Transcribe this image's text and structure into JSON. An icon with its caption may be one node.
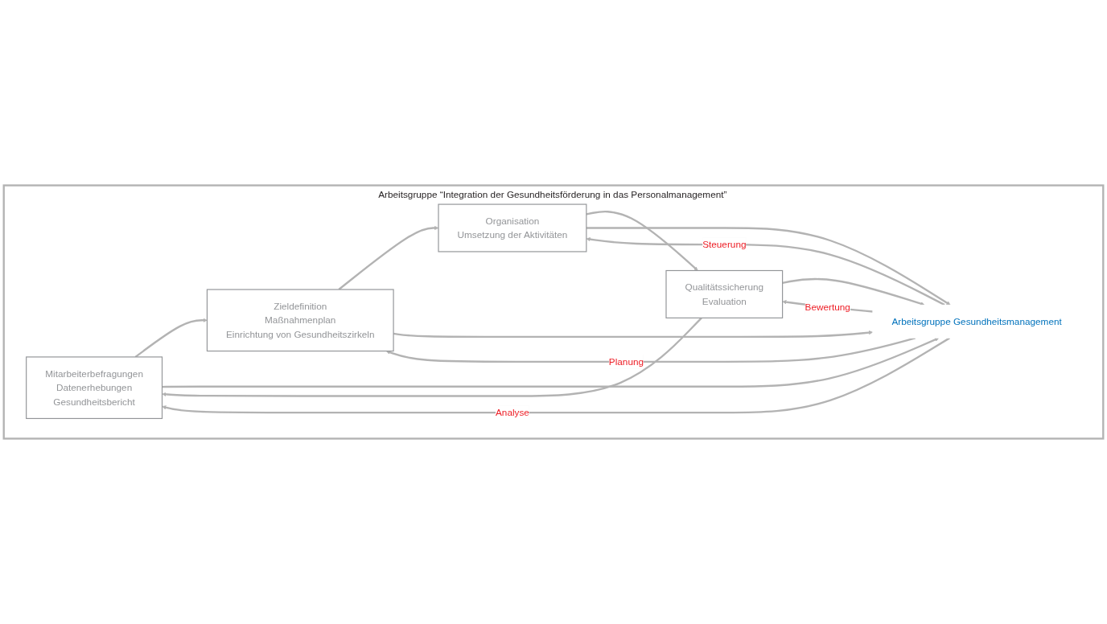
{
  "diagram": {
    "nodes": [
      {
        "text": [
          "Arbeitsgruppe “Integration der Gesundheitsförderung in das Personalmanagement”"
        ]
      },
      {
        "text": [
          "Mitarbeiterbefragungen",
          "Datenerhebungen",
          "Gesundheitsbericht"
        ],
        "in": 0
      },
      {
        "text": [
          "Zieldefinition",
          "Maßnahmenplan",
          "Einrichtung von Gesundheitszirkeln"
        ],
        "in": 0
      },
      {
        "text": [
          "Arbeitsgruppe Gesundheitsmanagement"
        ],
        "in": 0
      },
      {
        "text": [
          "Qualitätssicherung",
          "Evaluation"
        ],
        "in": 0
      },
      {
        "text": [
          "Organisation",
          "Umsetzung der Aktivitäten"
        ],
        "in": 0
      }
    ],
    "edges": [
      {
        "from": 1,
        "to": 2,
        "arrow": "to"
      },
      {
        "from": 2,
        "to": 5,
        "arrow": "to"
      },
      {
        "from": 5,
        "to": 4,
        "arrow": "to"
      },
      {
        "from": 4,
        "to": 1,
        "arrow": "to"
      },
      {
        "from": 3,
        "to": 1,
        "arrow": "to",
        "label": "Analyse"
      },
      {
        "from": 1,
        "to": 3,
        "arrow": "to"
      },
      {
        "from": 3,
        "to": 2,
        "arrow": "to",
        "label": "Planung"
      },
      {
        "from": 2,
        "to": 3,
        "arrow": "to"
      },
      {
        "from": 3,
        "to": 5,
        "arrow": "to",
        "label": "Steuerung"
      },
      {
        "from": 5,
        "to": 3,
        "arrow": "to"
      },
      {
        "from": 3,
        "to": 4,
        "arrow": "to",
        "label": "Bewertung"
      },
      {
        "from": 4,
        "to": 3,
        "arrow": "to"
      }
    ]
  }
}
